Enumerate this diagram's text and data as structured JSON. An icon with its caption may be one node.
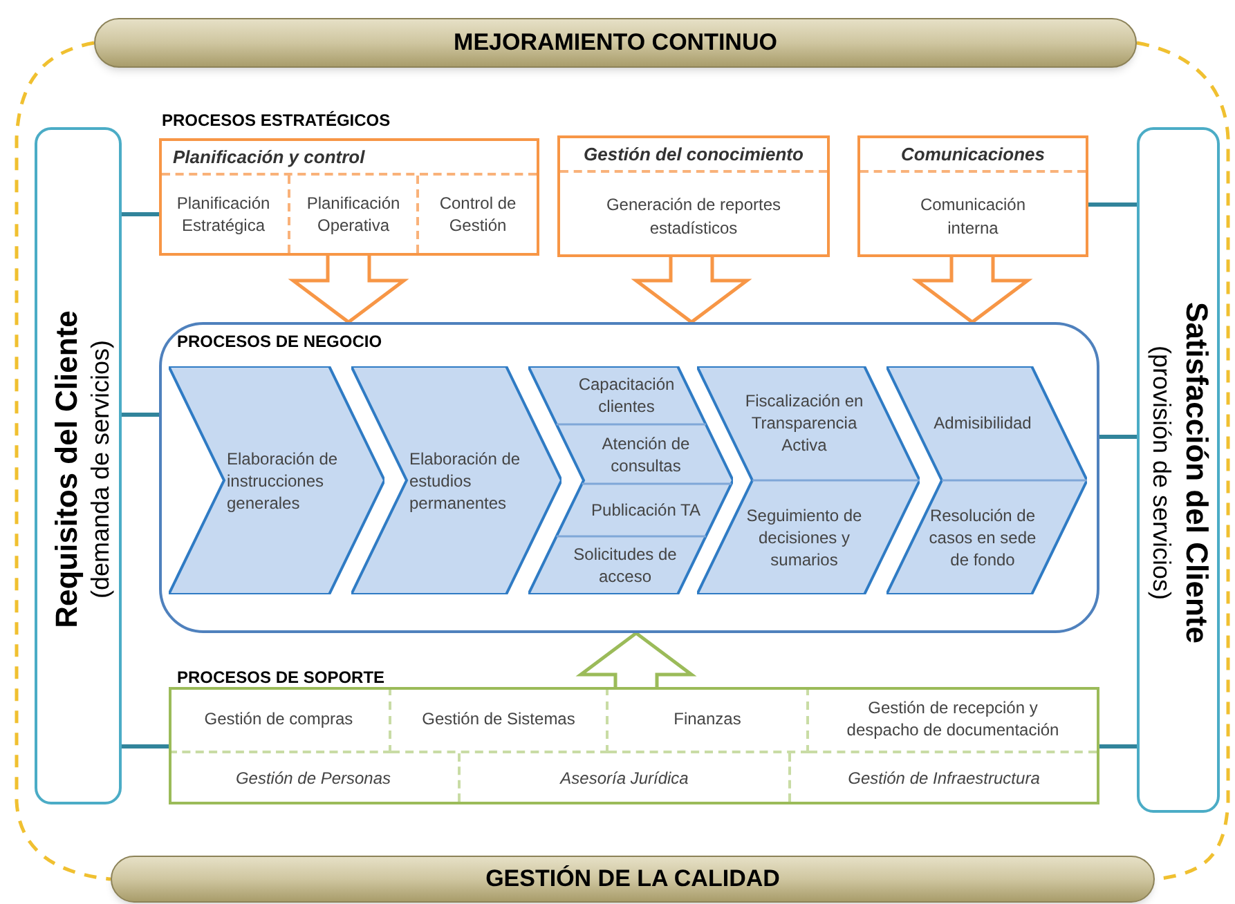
{
  "diagram": {
    "nodes": [
      {
        "text": [
          "MEJORAMIENTO CONTINUO"
        ]
      },
      {
        "text": [
          "Requisitos del Cliente",
          "(demanda de servicios)"
        ]
      },
      {
        "text": [
          "Satisfacción del Cliente",
          "(provisión de servicios)"
        ]
      },
      {
        "text": [
          "Planificación y control"
        ]
      },
      {
        "text": [
          "Planificación Estratégica"
        ],
        "in": 3
      },
      {
        "text": [
          "Planificación Operativa"
        ],
        "in": 3
      },
      {
        "text": [
          "Control de Gestión"
        ],
        "in": 3
      },
      {
        "text": [
          "Gestión del conocimiento",
          "Generación de reportes estadísticos"
        ]
      },
      {
        "text": [
          "Comunicaciones",
          "Comunicación interna"
        ]
      },
      {
        "text": [
          "PROCESOS DE NEGOCIO"
        ]
      },
      {
        "text": [
          "Elaboración de instrucciones generales"
        ],
        "in": 9
      },
      {
        "text": [
          "Elaboración de estudios permanentes"
        ],
        "in": 9
      },
      {
        "text": [
          "Capacitación clientes",
          "Atención de consultas",
          "Publicación TA",
          "Solicitudes de acceso"
        ],
        "in": 9
      },
      {
        "text": [
          "Fiscalización en Transparencia Activa",
          "Seguimiento de decisiones y sumarios"
        ],
        "in": 9
      },
      {
        "text": [
          "Admisibilidad",
          "Resolución de casos en sede de fondo"
        ],
        "in": 9
      },
      {
        "text": [],
        "shape": "box"
      },
      {
        "text": [
          "Gestión de compras"
        ],
        "in": 15
      },
      {
        "text": [
          "Gestión de Sistemas"
        ],
        "in": 15
      },
      {
        "text": [
          "Finanzas"
        ],
        "in": 15
      },
      {
        "text": [
          "Gestión de recepción y despacho de documentación"
        ],
        "in": 15
      },
      {
        "text": [
          "Gestión de Personas"
        ],
        "in": 15
      },
      {
        "text": [
          "Asesoría Jurídica"
        ],
        "in": 15
      },
      {
        "text": [
          "Gestión de Infraestructura"
        ],
        "in": 15
      },
      {
        "text": [
          "GESTIÓN DE LA CALIDAD"
        ]
      }
    ],
    "edges": [
      {
        "from": 3,
        "to": 9,
        "arrow": "to",
        "style": "thick",
        "color": "#f79646"
      },
      {
        "from": 7,
        "to": 9,
        "arrow": "to",
        "style": "thick",
        "color": "#f79646"
      },
      {
        "from": 8,
        "to": 9,
        "arrow": "to",
        "style": "thick",
        "color": "#f79646"
      },
      {
        "from": 15,
        "to": 9,
        "arrow": "to",
        "style": "thick",
        "color": "#9bbb59"
      },
      {
        "from": 1,
        "to": 3,
        "arrow": "none"
      },
      {
        "from": 1,
        "to": 9,
        "arrow": "none"
      },
      {
        "from": 1,
        "to": 15,
        "arrow": "none"
      },
      {
        "from": 8,
        "to": 2,
        "arrow": "none"
      },
      {
        "from": 9,
        "to": 2,
        "arrow": "none"
      },
      {
        "from": 15,
        "to": 2,
        "arrow": "none"
      },
      {
        "from": 0,
        "to": 23,
        "arrow": "none",
        "style": "dashed",
        "color": "#f0c030"
      },
      {
        "from": 0,
        "to": 23,
        "arrow": "none",
        "style": "dashed",
        "color": "#f0c030"
      }
    ],
    "labels": [
      "PROCESOS ESTRATÉGICOS",
      "PROCESOS DE SOPORTE"
    ]
  }
}
